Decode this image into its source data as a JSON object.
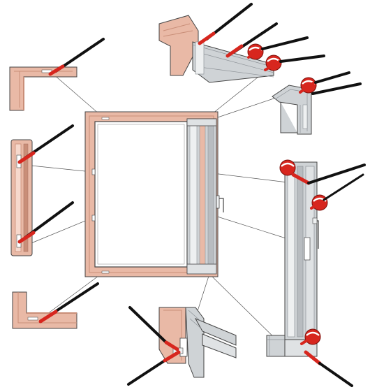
{
  "diagram": {
    "subject": "window-hardware-lubrication-points",
    "colors": {
      "wood": "#e9b9a6",
      "wood_dark": "#c98e78",
      "wood_light": "#f6d8cc",
      "pvc": "#cfd3d6",
      "pvc_dark": "#8e9398",
      "pvc_light": "#eef0f1",
      "oil_red": "#d7261e",
      "brush_black": "#111111",
      "guide_line": "#555555",
      "outline": "#444444"
    },
    "components": [
      {
        "name": "wood-frame-top-corner",
        "lubricant_points": 1
      },
      {
        "name": "wood-frame-left-profile",
        "lubricant_points": 2
      },
      {
        "name": "wood-frame-bottom-corner",
        "lubricant_points": 1
      },
      {
        "name": "main-window-frame",
        "lubricant_points": 0
      },
      {
        "name": "pvc-top-rail",
        "lubricant_points": 3
      },
      {
        "name": "pvc-top-corner",
        "lubricant_points": 2
      },
      {
        "name": "pvc-sash-side",
        "lubricant_points": 3
      },
      {
        "name": "bottom-hinge-detail",
        "lubricant_points": 2
      }
    ]
  }
}
